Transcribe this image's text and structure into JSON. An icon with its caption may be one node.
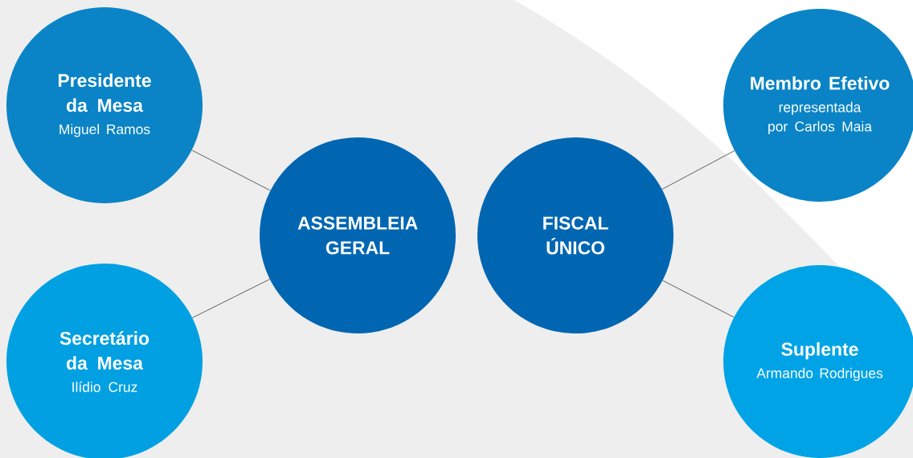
{
  "diagram": {
    "nodes": [
      {
        "text": [
          "Presidente da Mesa",
          "Miguel Ramos"
        ]
      },
      {
        "text": [
          "Secretário da Mesa",
          "Ilídio Cruz"
        ]
      },
      {
        "text": [
          "ASSEMBLEIA GERAL"
        ]
      },
      {
        "text": [
          "FISCAL ÚNICO"
        ]
      },
      {
        "text": [
          "Membro Efetivo",
          "representada por Carlos Maia"
        ]
      },
      {
        "text": [
          "Suplente",
          "Armando Rodrigues"
        ]
      }
    ],
    "edges": [
      {
        "from": 2,
        "to": 0,
        "arrow": "none"
      },
      {
        "from": 2,
        "to": 1,
        "arrow": "none"
      },
      {
        "from": 3,
        "to": 4,
        "arrow": "none"
      },
      {
        "from": 3,
        "to": 5,
        "arrow": "none"
      }
    ]
  }
}
